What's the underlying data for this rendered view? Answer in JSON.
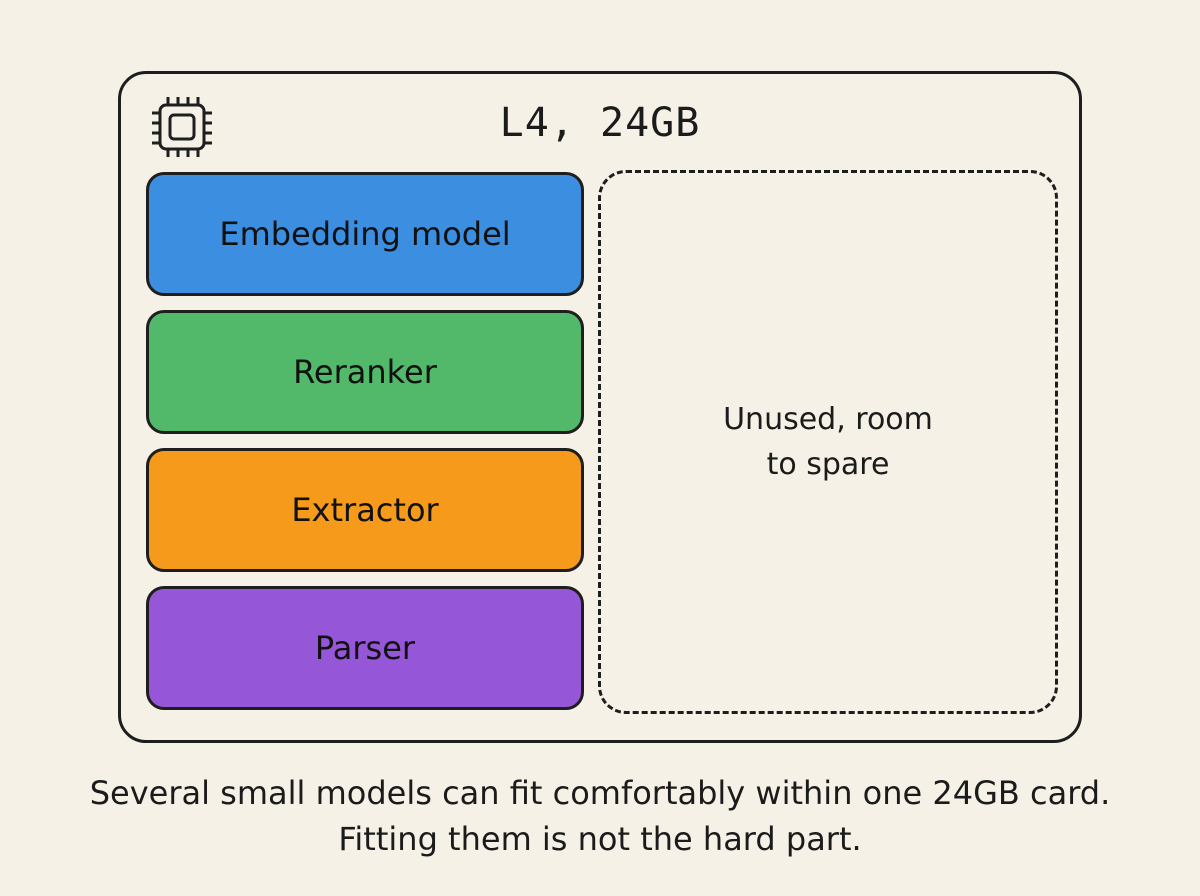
{
  "card": {
    "title": "L4, 24GB",
    "icon": "chip-icon"
  },
  "models": [
    {
      "label": "Embedding model",
      "color": "#3b8ee0"
    },
    {
      "label": "Reranker",
      "color": "#52b96b"
    },
    {
      "label": "Extractor",
      "color": "#f59a1b"
    },
    {
      "label": "Parser",
      "color": "#9557d8"
    }
  ],
  "unused": {
    "label": "Unused, room\nto spare"
  },
  "caption": "Several small models can fit comfortably within one 24GB card. Fitting them is not the hard part."
}
